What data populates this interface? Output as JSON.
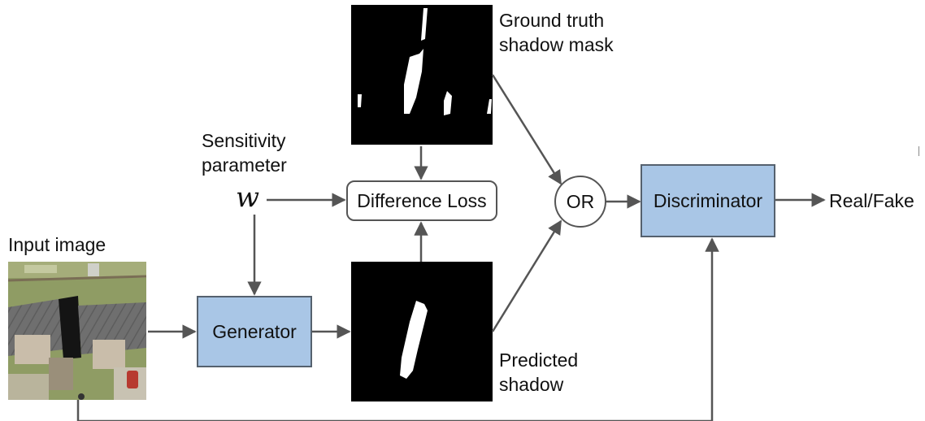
{
  "labels": {
    "ground_truth_line1": "Ground truth",
    "ground_truth_line2": "shadow mask",
    "sensitivity_line1": "Sensitivity",
    "sensitivity_line2": "parameter",
    "w_symbol": "w",
    "input_image": "Input image",
    "predicted_line1": "Predicted",
    "predicted_line2": "shadow",
    "real_fake": "Real/Fake"
  },
  "boxes": {
    "difference_loss": "Difference Loss",
    "or_node": "OR",
    "generator": "Generator",
    "discriminator": "Discriminator"
  },
  "colors": {
    "block_fill": "#a9c6e6",
    "arrow": "#555555",
    "mask_background": "#000000",
    "mask_shadow": "#ffffff"
  }
}
